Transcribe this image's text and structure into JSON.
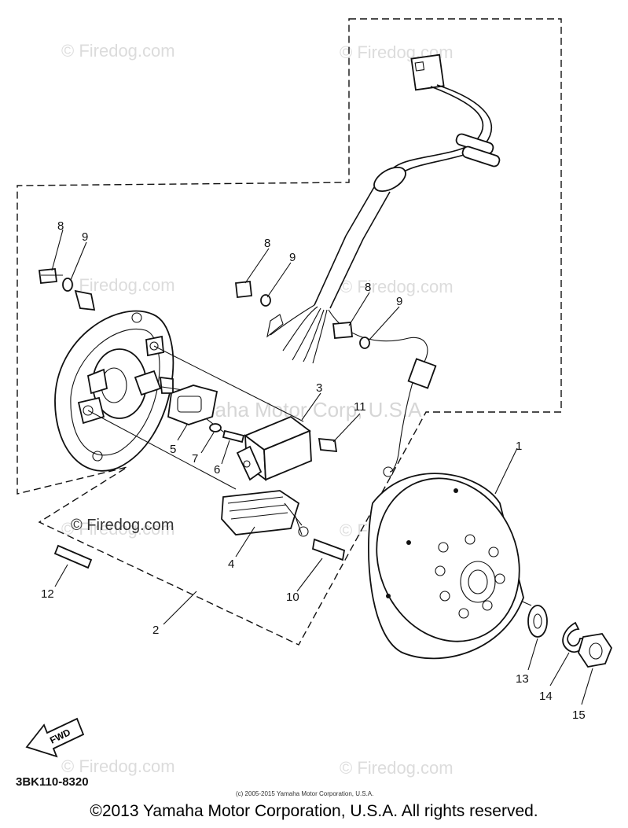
{
  "diagram": {
    "watermarks": [
      "© Firedog.com",
      "© Firedog.com",
      "© Firedog.com",
      "© Firedog.com",
      "© Firedog.com",
      "© Firedog.com",
      "© Firedog.com",
      "© Firedog.com",
      "© Firedog.com"
    ],
    "background_watermark": "Yamaha Motor Corp, U.S.A",
    "callouts": [
      "1",
      "2",
      "3",
      "4",
      "5",
      "6",
      "7",
      "8",
      "8",
      "8",
      "9",
      "9",
      "9",
      "10",
      "11",
      "12",
      "13",
      "14",
      "15"
    ],
    "fwd_label": "FWD",
    "part_code": "3BK110-8320",
    "small_notice": "(c) 2005-2015 Yamaha Motor Corporation, U.S.A."
  },
  "footer": {
    "copyright": "©2013 Yamaha Motor Corporation, U.S.A. All rights reserved."
  }
}
